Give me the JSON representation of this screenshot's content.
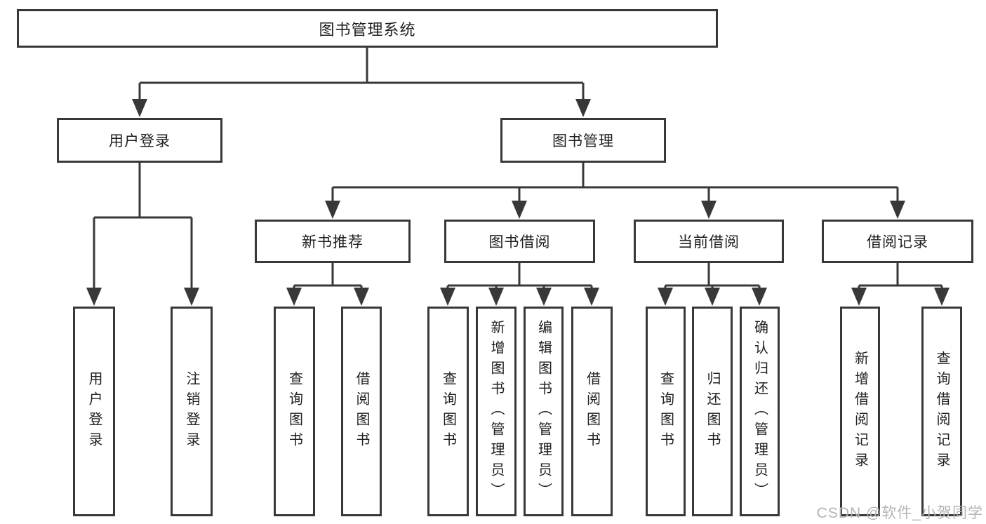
{
  "diagram": {
    "nodes": {
      "root": "图书管理系统",
      "user_login": "用户登录",
      "book_management": "图书管理",
      "new_book_recommendation": "新书推荐",
      "book_borrowing": "图书借阅",
      "current_borrowing": "当前借阅",
      "borrowing_records": "借阅记录",
      "leaf_user_login": "用户登录",
      "leaf_logout": "注销登录",
      "rec_query_books": "查询图书",
      "rec_borrow_books": "借阅图书",
      "bor_query_books": "查询图书",
      "bor_add_books": "新增图书（管理员）",
      "bor_edit_books": "编辑图书（管理员）",
      "bor_borrow_books": "借阅图书",
      "cur_query_books": "查询图书",
      "cur_return_books": "归还图书",
      "cur_confirm_return": "确认归还（管理员）",
      "log_add_record": "新增借阅记录",
      "log_query_record": "查询借阅记录"
    },
    "watermark": "CSDN @软件_小贺同学",
    "colors": {
      "line": "#383838",
      "text": "#1f1f1f",
      "watermark": "#b4b4b4",
      "background": "#ffffff"
    }
  }
}
